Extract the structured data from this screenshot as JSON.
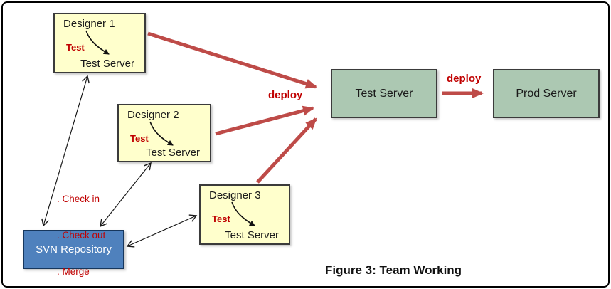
{
  "colors": {
    "box_yellow": "#FFFFCC",
    "box_green": "#ACC8B2",
    "box_blue": "#4F81BD",
    "box_blue_border": "#17375D",
    "box_border": "#3b3b3b",
    "arrow_red": "#BE4B48",
    "text_red": "#C00000",
    "arrow_black": "#1a1a1a"
  },
  "designers": [
    {
      "title": "Designer 1",
      "test_label": "Test",
      "server_label": "Test Server"
    },
    {
      "title": "Designer 2",
      "test_label": "Test",
      "server_label": "Test Server"
    },
    {
      "title": "Designer 3",
      "test_label": "Test",
      "server_label": "Test Server"
    }
  ],
  "svn": {
    "label": "SVN Repository",
    "actions": [
      ". Check in",
      ". Check out",
      ". Merge"
    ]
  },
  "servers": {
    "test": "Test Server",
    "prod": "Prod Server"
  },
  "labels": {
    "deploy_main": "deploy",
    "deploy_prod": "deploy"
  },
  "caption": "Figure 3: Team Working"
}
